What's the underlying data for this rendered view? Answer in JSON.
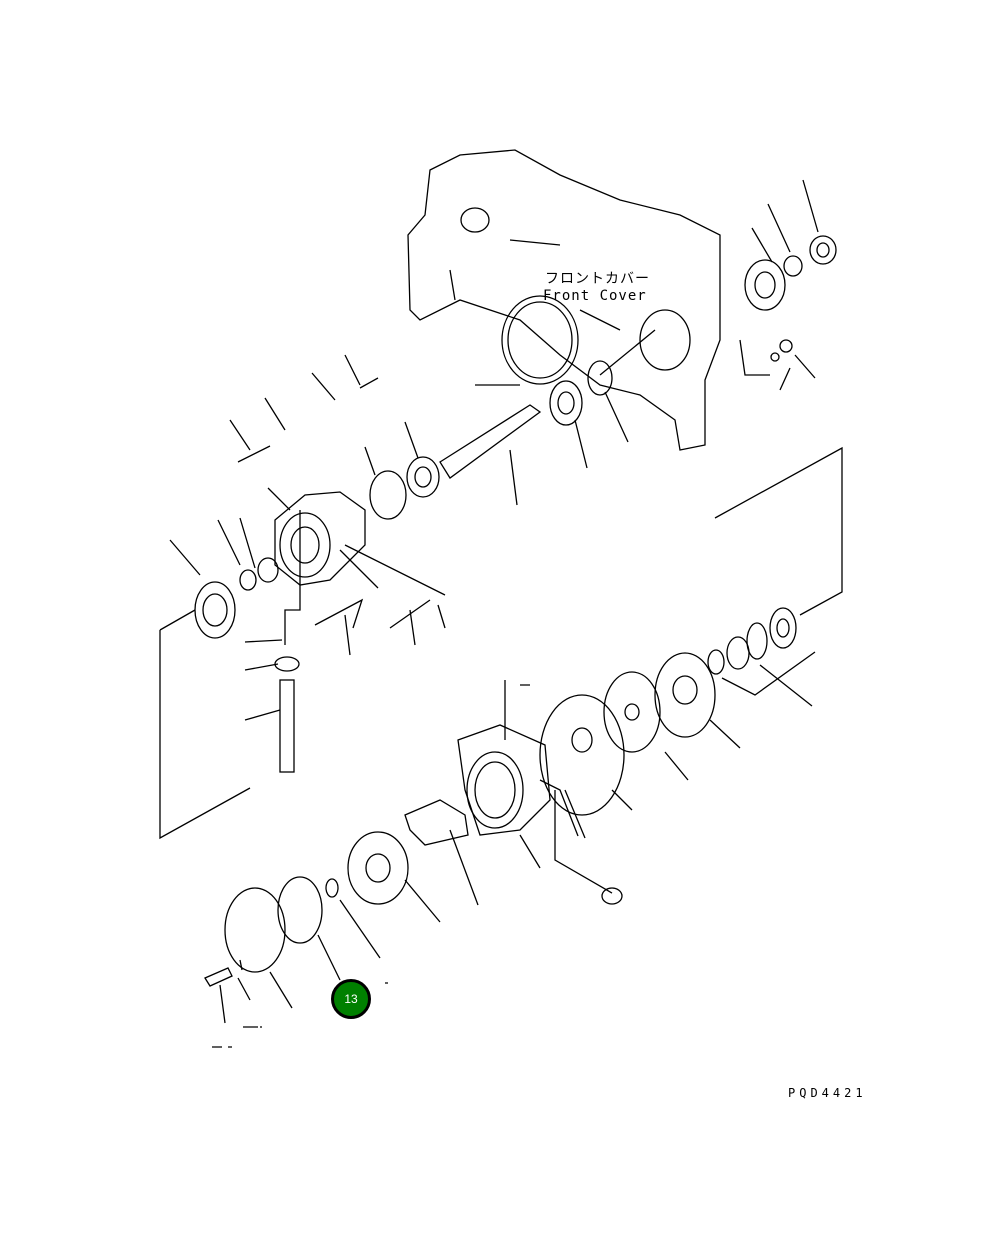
{
  "diagram": {
    "label_jp": "フロントカバー",
    "label_en": "Front Cover",
    "drawing_code": "PQD4421",
    "callouts": [
      {
        "number": "13",
        "color": "#008000"
      }
    ]
  }
}
